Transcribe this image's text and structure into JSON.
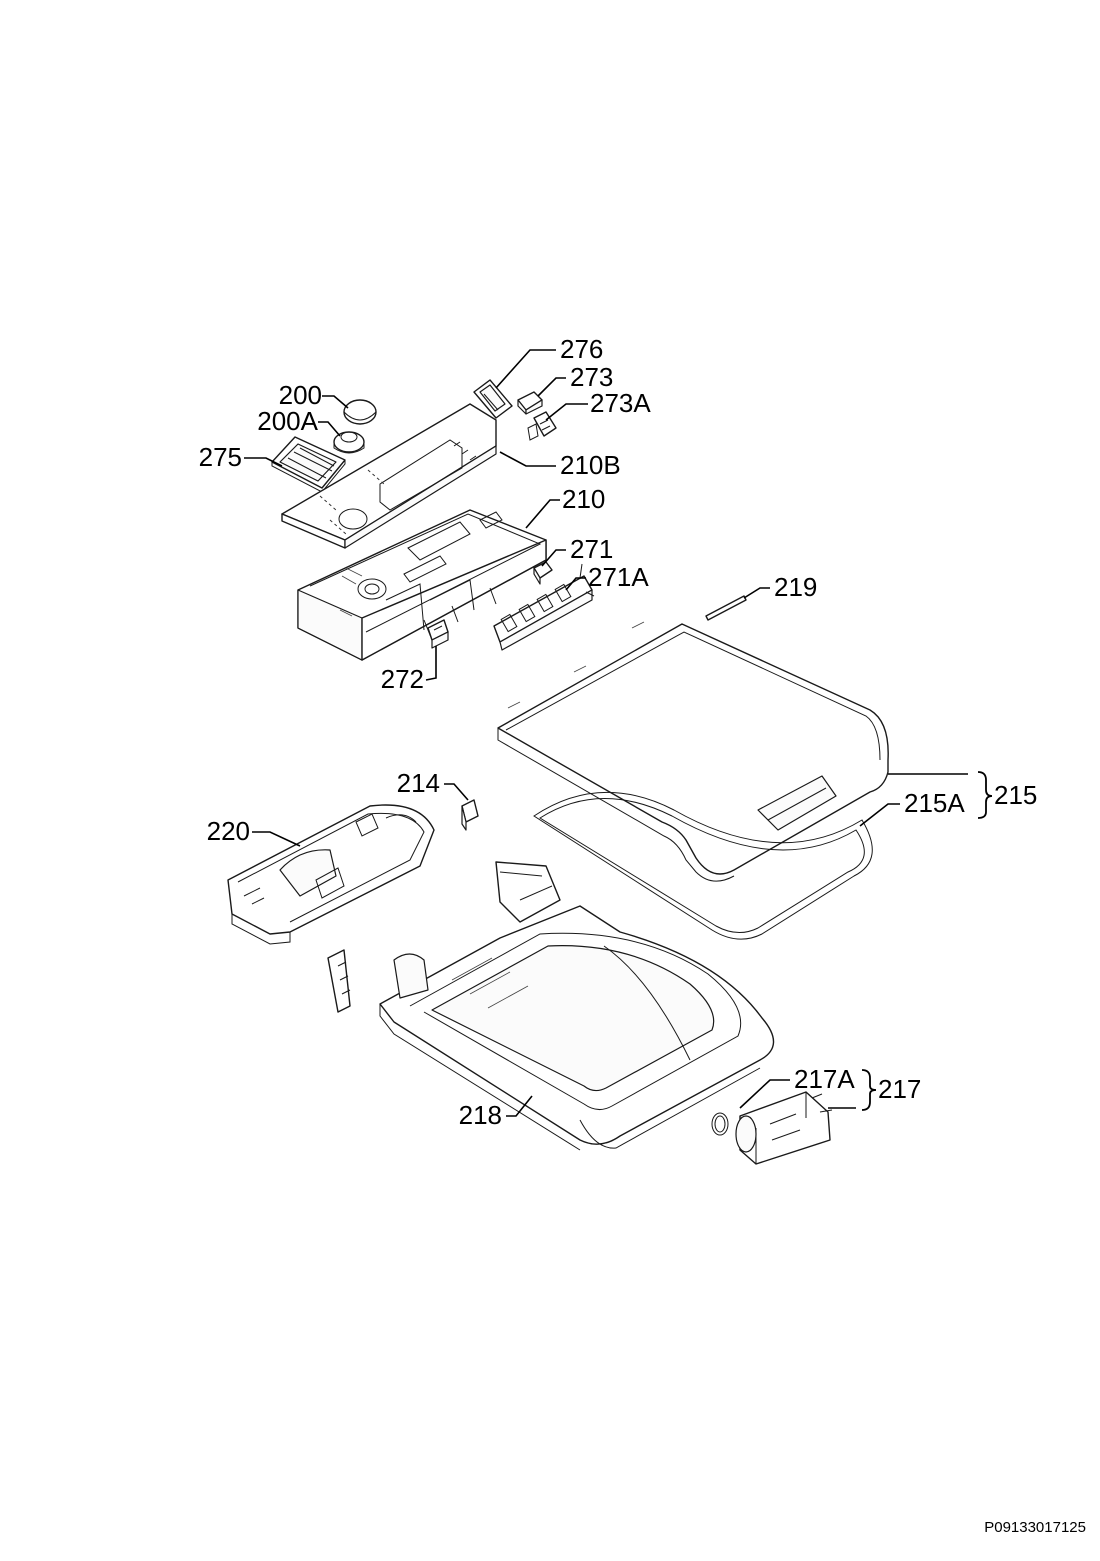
{
  "diagram": {
    "labels": {
      "l200": "200",
      "l200A": "200A",
      "l275": "275",
      "l276": "276",
      "l273": "273",
      "l273A": "273A",
      "l210B": "210B",
      "l210": "210",
      "l271": "271",
      "l271A": "271A",
      "l272": "272",
      "l219": "219",
      "l214": "214",
      "l220": "220",
      "l215": "215",
      "l215A": "215A",
      "l217A": "217A",
      "l217": "217",
      "l218": "218"
    },
    "document_id": "P09133017125"
  }
}
